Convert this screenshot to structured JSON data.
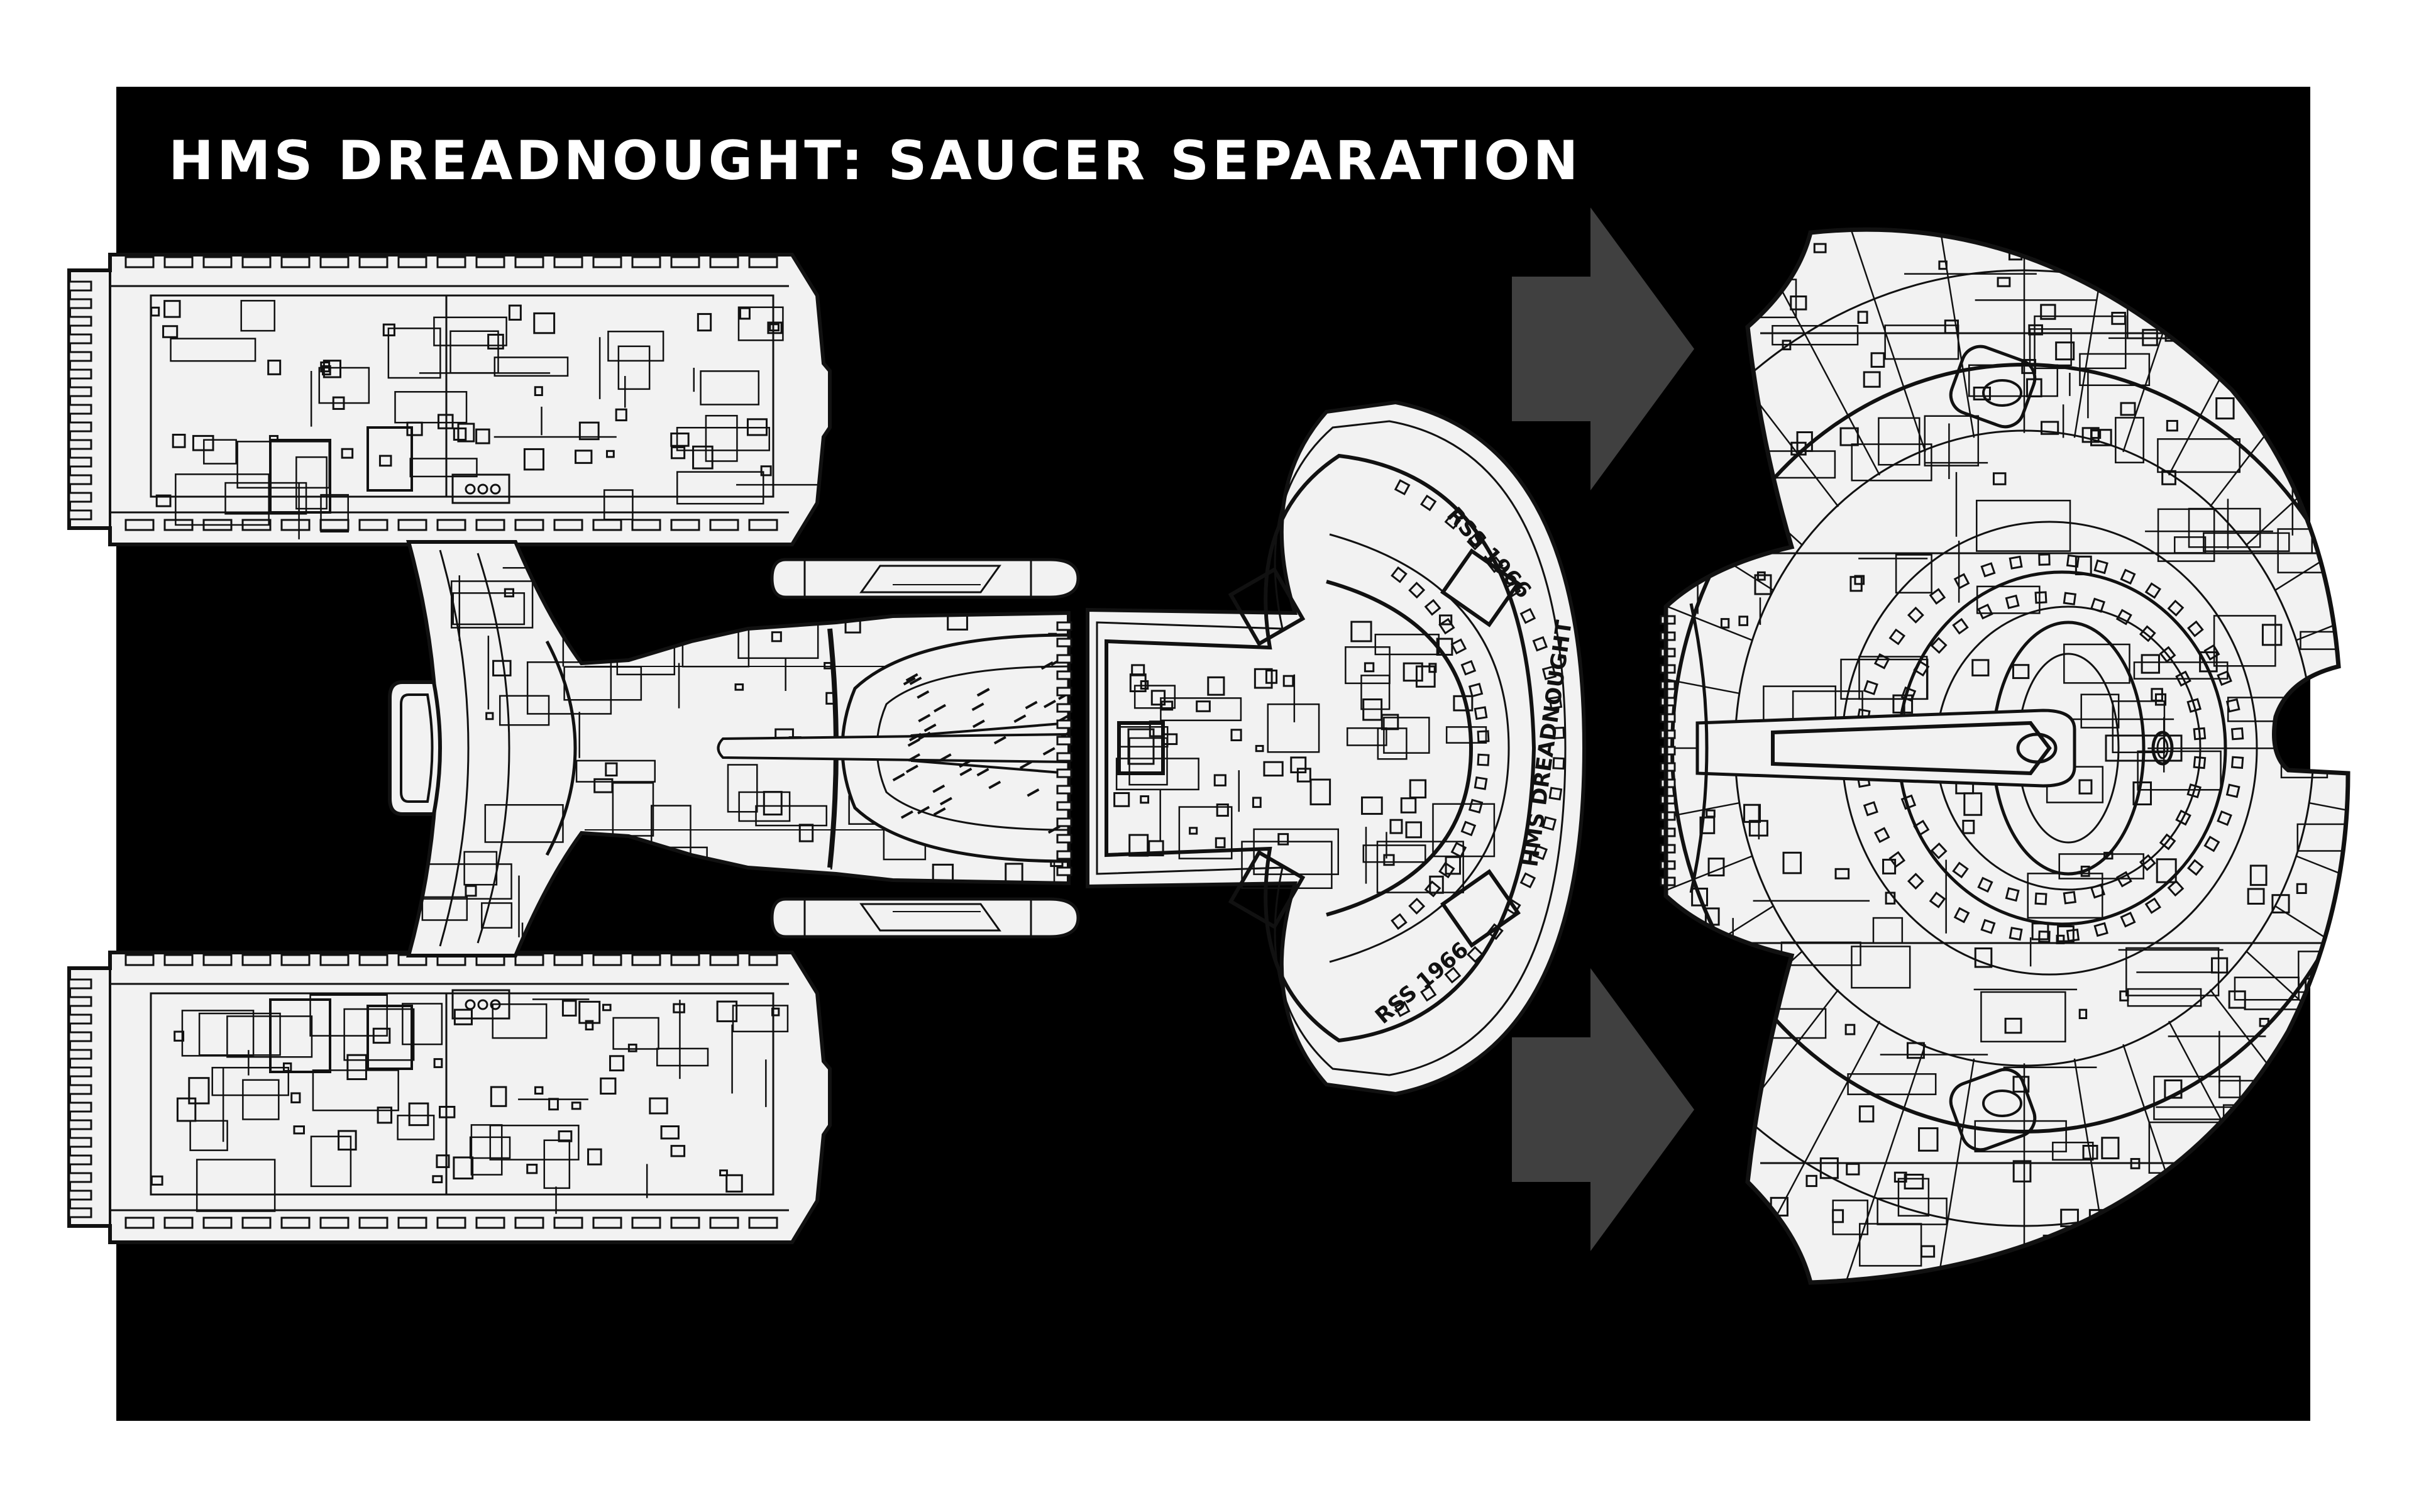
{
  "title": "HMS DREADNOUGHT: SAUCER SEPARATION",
  "labels": {
    "registry_top": "RSS 1966",
    "registry_bottom": "RSS 1966",
    "ship_name": "HMS DREADNOUGHT"
  },
  "colors": {
    "page_background": "#ffffff",
    "panel_background": "#000000",
    "hull_fill": "#f2f2f2",
    "hull_line": "#111111",
    "arrow_fill": "#404040",
    "title_text": "#ffffff"
  },
  "arrows": [
    {
      "name": "upper-separation-arrow",
      "direction": "right"
    },
    {
      "name": "lower-separation-arrow",
      "direction": "right"
    }
  ]
}
